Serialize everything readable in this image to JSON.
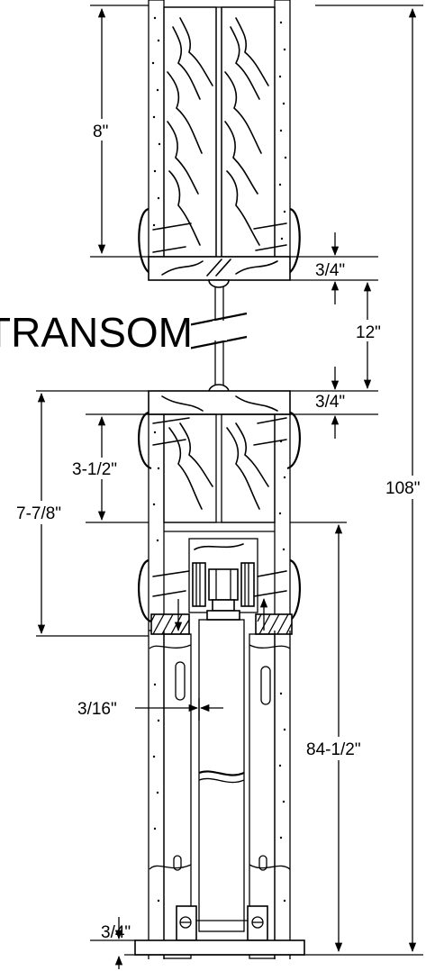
{
  "drawing": {
    "label_transom": "TRANSOM",
    "dims": {
      "d_8": "8\"",
      "d_3_4_upper": "3/4\"",
      "d_12": "12\"",
      "d_3_4_mid": "3/4\"",
      "d_108": "108\"",
      "d_3_1_2": "3-1/2\"",
      "d_7_7_8": "7-7/8\"",
      "d_3_16": "3/16\"",
      "d_84_1_2": "84-1/2\"",
      "d_3_4_bottom": "3/4\""
    }
  }
}
